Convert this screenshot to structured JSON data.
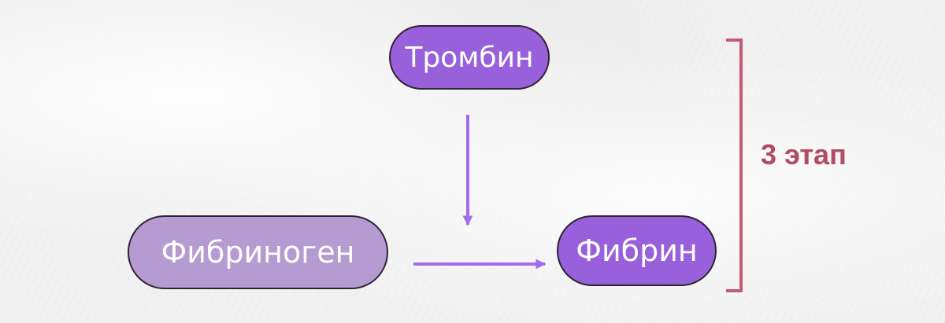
{
  "nodes": {
    "thrombin": "Тромбин",
    "fibrinogen": "Фибриноген",
    "fibrin": "Фибрин"
  },
  "stage": {
    "label": "3 этап"
  },
  "colors": {
    "node_primary": "#9960dc",
    "node_muted": "#b59bd1",
    "node_border": "#2e2433",
    "arrow": "#a36ce8",
    "bracket": "#c05c74",
    "stage_text": "#b04c63"
  }
}
